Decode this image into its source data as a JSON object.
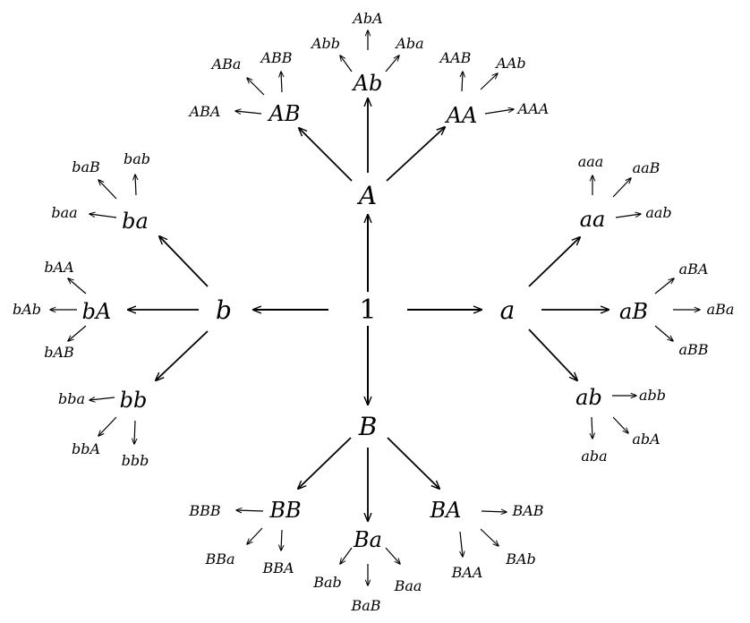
{
  "diagram": {
    "root": "1",
    "level1": {
      "up": "A",
      "right": "a",
      "down": "B",
      "left": "b"
    },
    "level2": {
      "A_left": "AB",
      "A_mid": "Ab",
      "A_right": "AA",
      "a_up": "aa",
      "a_mid": "aB",
      "a_down": "ab",
      "B_left": "BB",
      "B_mid": "Ba",
      "B_right": "BA",
      "b_up": "ba",
      "b_mid": "bA",
      "b_down": "bb"
    },
    "level3": {
      "AB": [
        "ABA",
        "ABa",
        "ABB"
      ],
      "Ab": [
        "Abb",
        "AbA",
        "Aba"
      ],
      "AA": [
        "AAB",
        "AAb",
        "AAA"
      ],
      "aa": [
        "aaa",
        "aaB",
        "aab"
      ],
      "aB": [
        "aBA",
        "aBa",
        "aBB"
      ],
      "ab": [
        "abb",
        "abA",
        "aba"
      ],
      "BB": [
        "BBB",
        "BBa",
        "BBA"
      ],
      "Ba": [
        "Bab",
        "BaB",
        "Baa"
      ],
      "BA": [
        "BAB",
        "BAb",
        "BAA"
      ],
      "ba": [
        "baa",
        "baB",
        "bab"
      ],
      "bA": [
        "bAA",
        "bAb",
        "bAB"
      ],
      "bb": [
        "bba",
        "bbA",
        "bbb"
      ]
    }
  }
}
